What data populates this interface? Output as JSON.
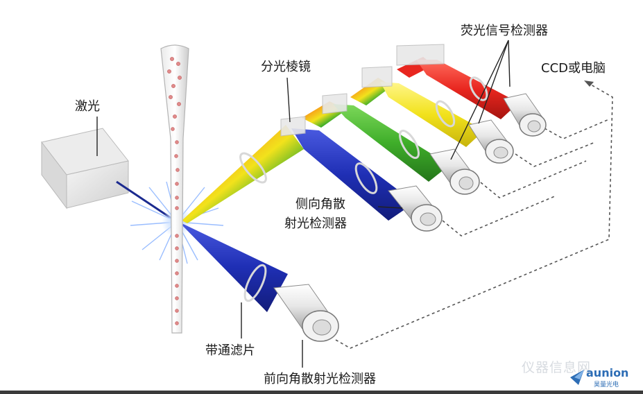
{
  "labels": {
    "laser": "激光",
    "prism": "分光棱镜",
    "fluorescence_detectors": "荧光信号检测器",
    "ccd_computer": "CCD或电脑",
    "side_scatter_line1": "侧向角散",
    "side_scatter_line2": "射光检测器",
    "bandpass_filter": "带通滤片",
    "forward_scatter": "前向角散射光检测器"
  },
  "watermark": {
    "site": "仪器信息网",
    "brand": "aunion",
    "brand_sub": "昊量光电"
  },
  "colors": {
    "red_beam": "#e8261f",
    "yellow_beam": "#f2e21c",
    "green_beam": "#3fae2a",
    "blue_beam": "#1f2fb5",
    "laser_line": "#1b2a8f",
    "brand": "#2d6db5"
  }
}
